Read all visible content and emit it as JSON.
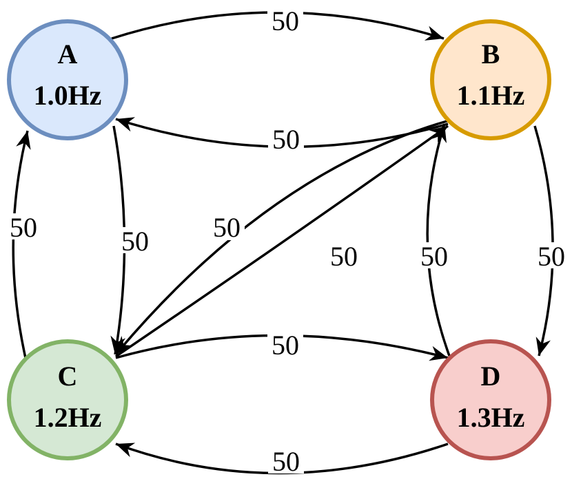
{
  "nodes": {
    "A": {
      "name": "A",
      "freq": "1.0Hz",
      "fill": "#dae8fc",
      "stroke": "#6c8ebf"
    },
    "B": {
      "name": "B",
      "freq": "1.1Hz",
      "fill": "#ffe6cc",
      "stroke": "#d79b00"
    },
    "C": {
      "name": "C",
      "freq": "1.2Hz",
      "fill": "#d5e8d4",
      "stroke": "#82b366"
    },
    "D": {
      "name": "D",
      "freq": "1.3Hz",
      "fill": "#f8cecc",
      "stroke": "#b85450"
    }
  },
  "edges": [
    {
      "from": "A",
      "to": "B",
      "weight": "50"
    },
    {
      "from": "B",
      "to": "A",
      "weight": "50"
    },
    {
      "from": "A",
      "to": "C",
      "weight": "50"
    },
    {
      "from": "C",
      "to": "A",
      "weight": "50"
    },
    {
      "from": "B",
      "to": "D",
      "weight": "50"
    },
    {
      "from": "D",
      "to": "B",
      "weight": "50"
    },
    {
      "from": "C",
      "to": "B",
      "weight": "50"
    },
    {
      "from": "B",
      "to": "C",
      "weight": "50"
    },
    {
      "from": "C",
      "to": "D",
      "weight": "50"
    },
    {
      "from": "D",
      "to": "C",
      "weight": "50"
    }
  ]
}
